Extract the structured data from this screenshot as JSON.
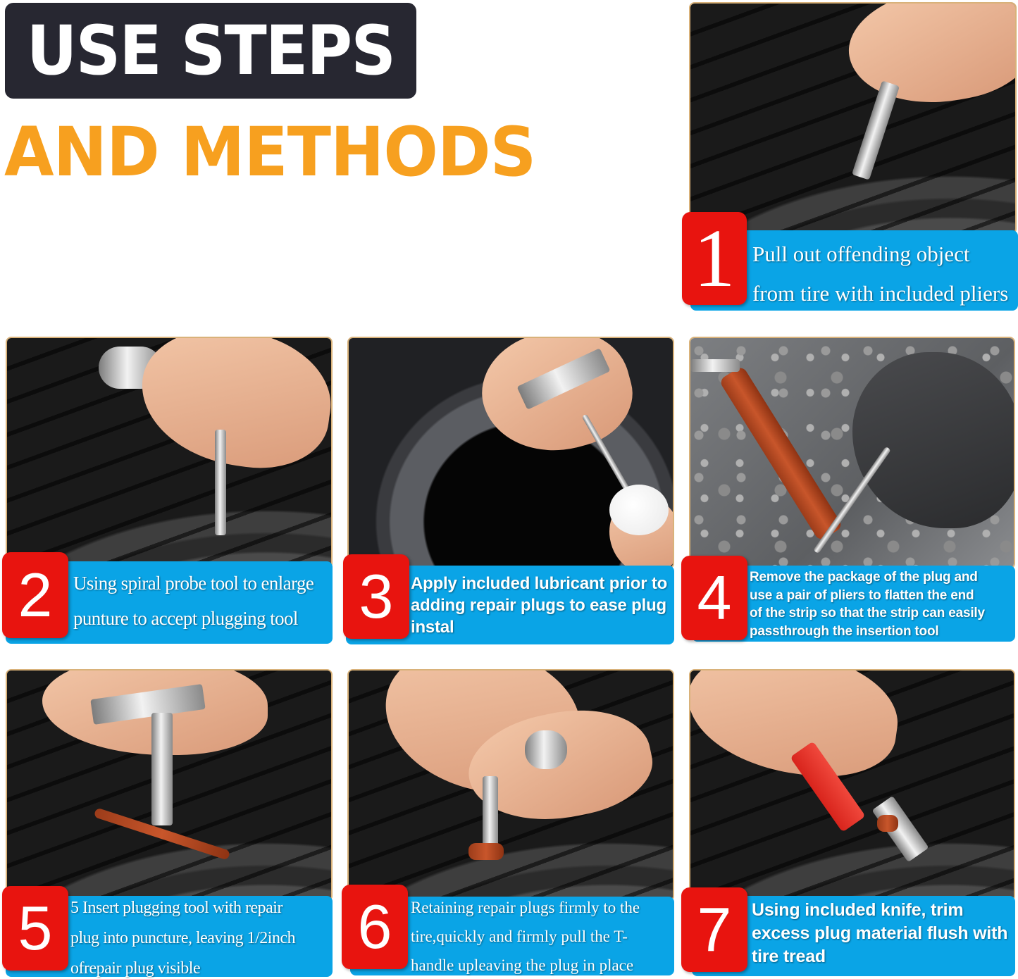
{
  "header": {
    "title_line1": "USE STEPS",
    "title_line2": "AND METHODS",
    "title_box_color": "#272731",
    "title_line2_color": "#f7a01f"
  },
  "colors": {
    "badge_red": "#e8140f",
    "caption_blue": "#0aa4e6",
    "panel_border": "#d9b27a"
  },
  "steps": [
    {
      "number": "1",
      "lines": [
        "Pull out offending object",
        "from tire with included pliers"
      ],
      "image": "hand-pulling-object-from-tire-with-pliers"
    },
    {
      "number": "2",
      "lines": [
        "Using spiral probe tool to enlarge",
        "punture to accept plugging tool"
      ],
      "image": "spiral-probe-tool-inserted-in-tire-tread"
    },
    {
      "number": "3",
      "lines": [
        "Apply included lubricant prior to",
        "adding repair plugs to ease plug",
        "instal"
      ],
      "image": "dipping-insertion-tool-in-lubricant"
    },
    {
      "number": "4",
      "lines": [
        "Remove the package of the plug and",
        "use a pair of pliers to flatten the end",
        "of the strip so that the strip can easily",
        "passthrough the insertion tool"
      ],
      "image": "gloved-hand-threading-plug-strip"
    },
    {
      "number": "5",
      "lines": [
        "5 Insert plugging tool with repair",
        "plug into puncture, leaving 1/2inch",
        "ofrepair plug visible"
      ],
      "image": "inserting-plug-into-tire-tread"
    },
    {
      "number": "6",
      "lines": [
        "Retaining repair plugs firmly to the",
        "tire,quickly and firmly pull the T-",
        "handle upleaving the plug in place"
      ],
      "image": "pulling-t-handle-from-tire"
    },
    {
      "number": "7",
      "lines": [
        "Using included knife, trim",
        "excess plug material flush with",
        "tire tread"
      ],
      "image": "knife-trimming-excess-plug"
    }
  ]
}
